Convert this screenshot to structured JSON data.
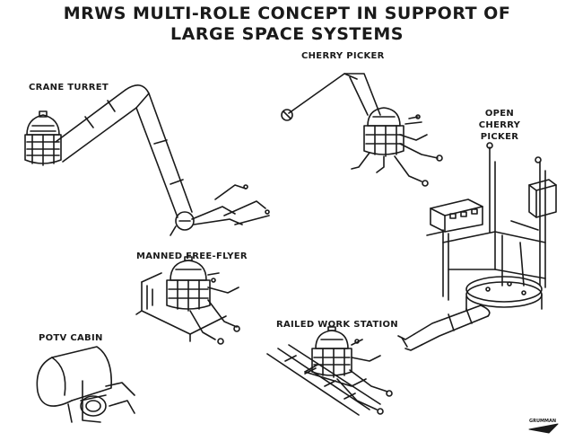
{
  "title": {
    "line1": "MRWS MULTI-ROLE CONCEPT IN SUPPORT OF",
    "line2": "LARGE SPACE SYSTEMS"
  },
  "labels": {
    "crane_turret": "CRANE TURRET",
    "cherry_picker": "CHERRY PICKER",
    "open_cherry_picker_1": "OPEN",
    "open_cherry_picker_2": "CHERRY",
    "open_cherry_picker_3": "PICKER",
    "manned_free_flyer": "MANNED FREE-FLYER",
    "potv_cabin": "POTV CABIN",
    "railed_work_station": "RAILED WORK STATION"
  },
  "logo": {
    "text": "GRUMMAN"
  }
}
